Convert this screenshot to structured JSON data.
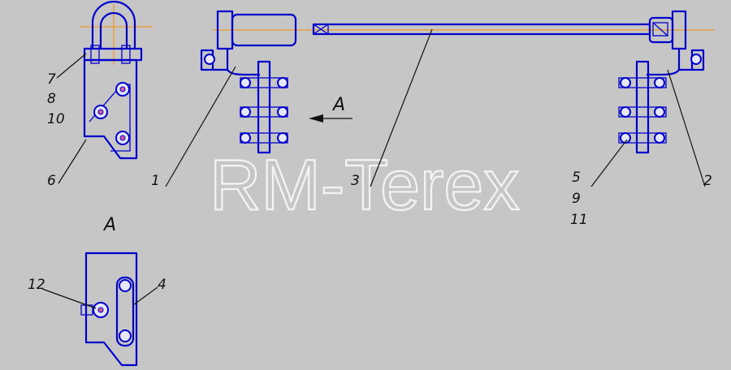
{
  "drawing": {
    "watermark": "RM-Terex",
    "view_arrow_label": "A",
    "section_label": "A",
    "callouts": {
      "c1": "1",
      "c2": "2",
      "c3": "3",
      "c4": "4",
      "c5": "5",
      "c6": "6",
      "c7": "7",
      "c8": "8",
      "c9": "9",
      "c10": "10",
      "c11": "11",
      "c12": "12"
    }
  },
  "colors": {
    "background": "#c6c6c6",
    "part_outline": "#0000cc",
    "axis_line": "#ff8c00",
    "leader": "#111111"
  }
}
